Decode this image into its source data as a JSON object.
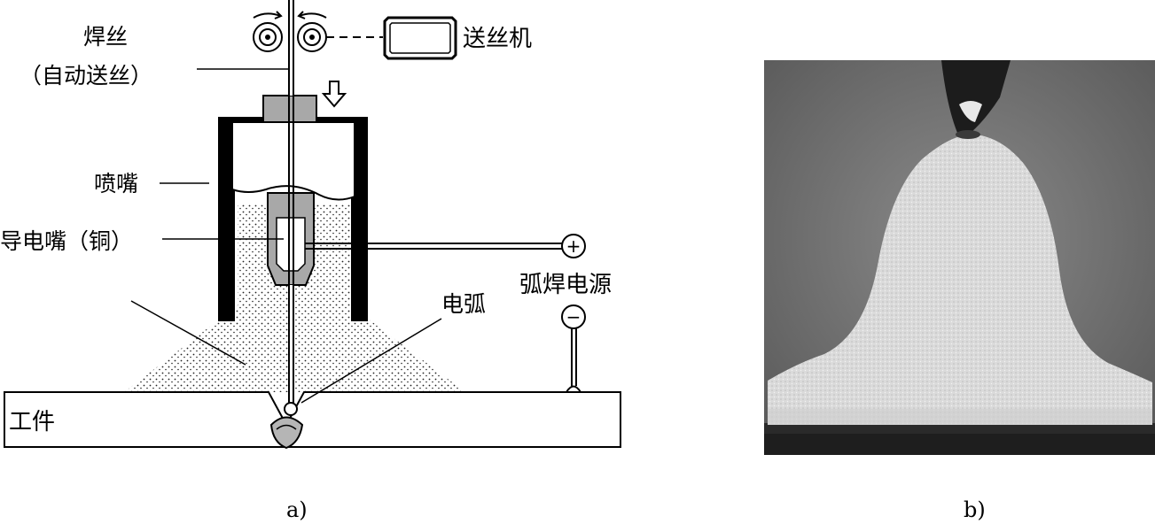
{
  "diagram": {
    "labels": {
      "wire": "焊丝",
      "wire_auto": "（自动送丝）",
      "wire_feeder": "送丝机",
      "nozzle": "喷嘴",
      "contact_tip": "导电嘴（铜）",
      "power_source": "弧焊电源",
      "arc": "电弧",
      "workpiece": "工件",
      "plus": "+",
      "minus": "−"
    },
    "captions": {
      "a": "a)",
      "b": "b)"
    },
    "colors": {
      "line": "#000000",
      "tip_gray": "#a8a8a8",
      "flux_dot": "#222222",
      "photo_bg": "#6e6e6e",
      "photo_flux": "#dcdcdc"
    }
  }
}
